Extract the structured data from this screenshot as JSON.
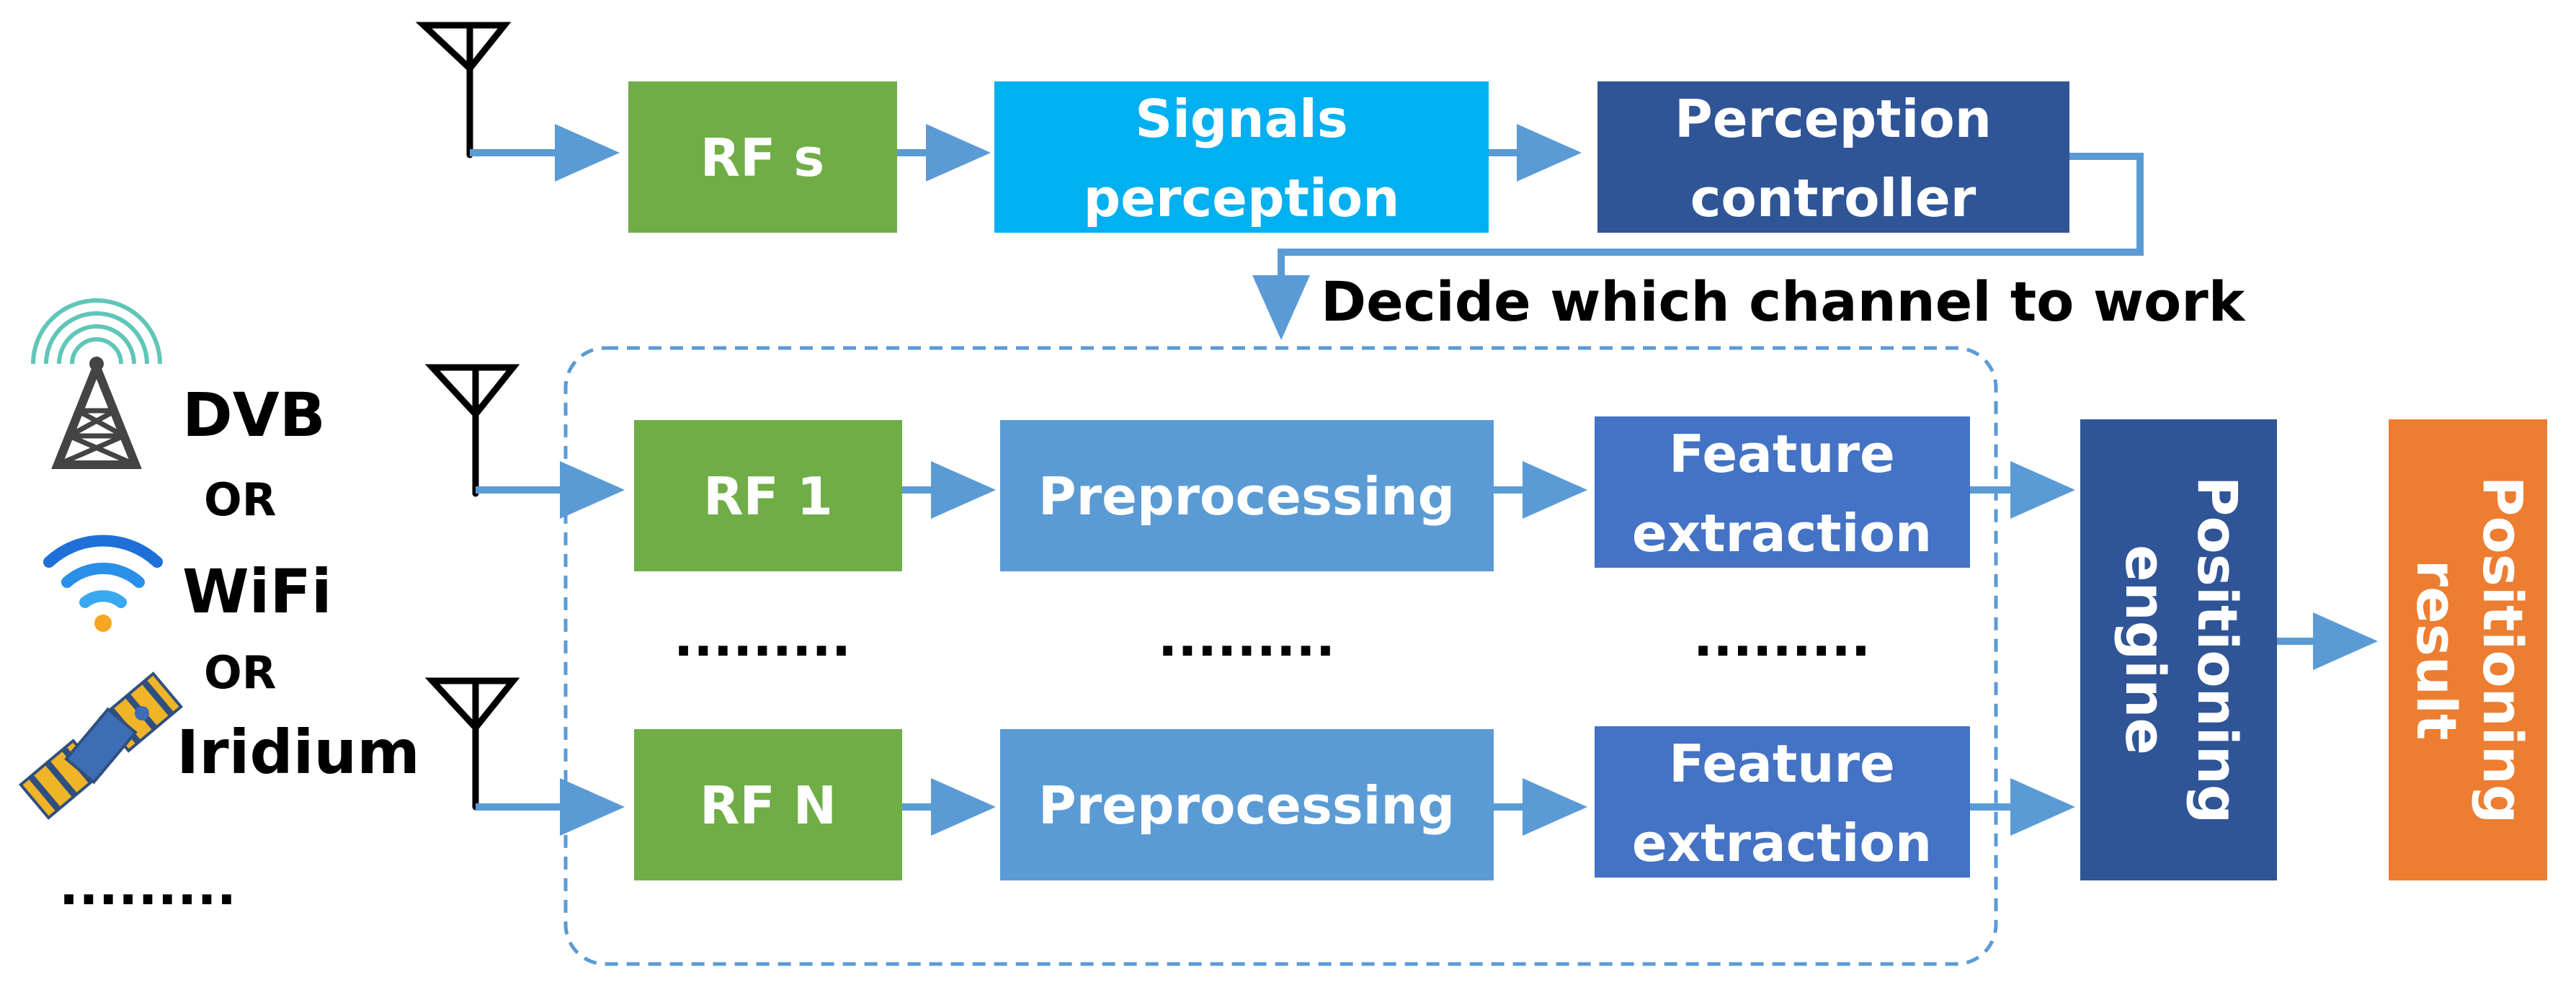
{
  "colors": {
    "arrow": "#5b9bd5",
    "green": "#70ad47",
    "cyan": "#00b0f0",
    "navy": "#2f5597",
    "lightblue": "#5b9bd5",
    "royal": "#4472c4",
    "orange": "#ed7d31",
    "dashed": "#5b9bd5"
  },
  "top_row": {
    "rf": "RF s",
    "signals": [
      "Signals",
      "perception"
    ],
    "controller": [
      "Perception",
      "controller"
    ]
  },
  "decide_label": "Decide which channel to work",
  "channel1": {
    "rf": "RF 1",
    "pre": "Preprocessing",
    "feature": [
      "Feature",
      "extraction"
    ]
  },
  "channelN": {
    "rf": "RF N",
    "pre": "Preprocessing",
    "feature": [
      "Feature",
      "extraction"
    ]
  },
  "ellipsis": ".........",
  "engine": [
    "Positioning",
    "engine"
  ],
  "result": [
    "Positioning",
    "result"
  ],
  "sources": {
    "dvb": "DVB",
    "or1": "OR",
    "wifi": "WiFi",
    "or2": "OR",
    "iridium": "Iridium",
    "more": "........."
  },
  "icons": {
    "antenna": "antenna-icon",
    "tower": "broadcast-tower-icon",
    "wifi": "wifi-icon",
    "satellite": "satellite-icon"
  }
}
